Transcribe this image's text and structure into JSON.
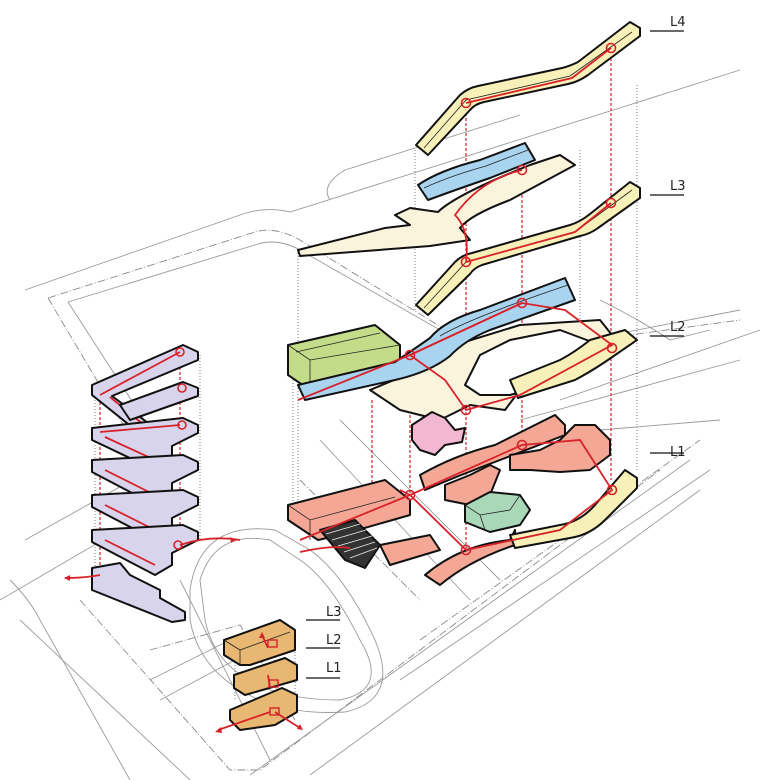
{
  "diagram": {
    "title": "",
    "type": "exploded-axonometric-circulation",
    "main_levels": [
      {
        "label": "L4"
      },
      {
        "label": "L3"
      },
      {
        "label": "L2"
      },
      {
        "label": "L1"
      }
    ],
    "small_building_levels": [
      {
        "label": "L3"
      },
      {
        "label": "L2"
      },
      {
        "label": "L1"
      }
    ],
    "colors": {
      "walkway_yellow": "#f7f0b8",
      "deck_blue": "#a9d4ef",
      "roof_green": "#c3dc8a",
      "platform_cream": "#fbf4dd",
      "block_salmon": "#f3a794",
      "pavilion_pink": "#f2b8d2",
      "mint_block": "#a8d8b8",
      "tower_lavender": "#d8d4ec",
      "annex_tan": "#e8b872",
      "circulation_red": "#d8222a"
    }
  }
}
